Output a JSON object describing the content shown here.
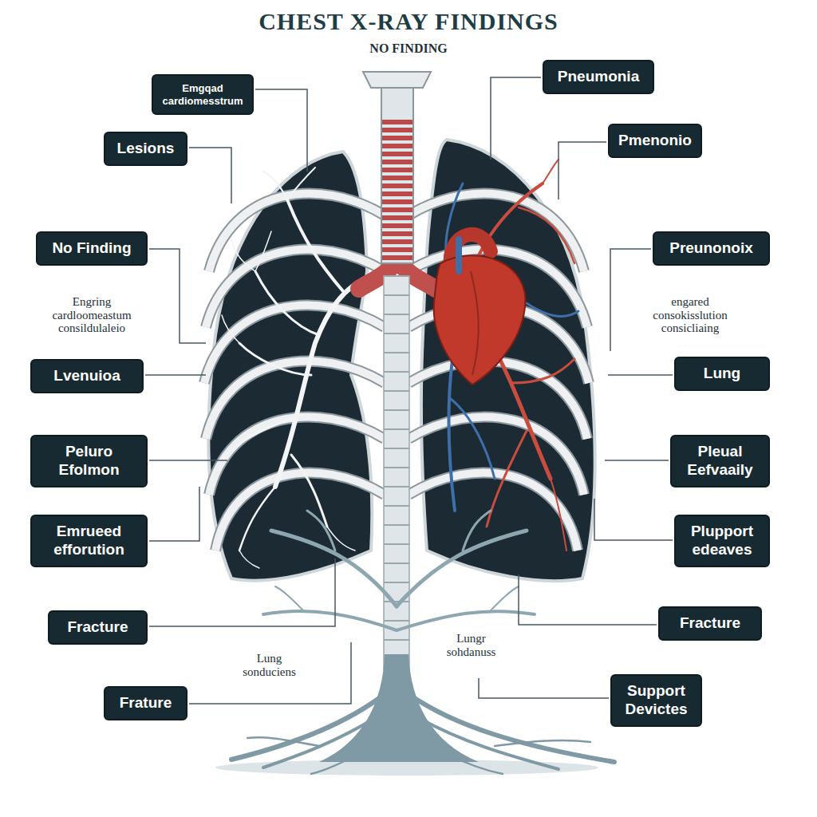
{
  "diagram": {
    "title": "CHEST X-RAY FINDINGS",
    "nodes": [
      {
        "text": [
          "Emgqad cardiomesstrum"
        ]
      },
      {
        "text": [
          "Lesions"
        ]
      },
      {
        "text": [
          "No Finding"
        ]
      },
      {
        "text": [
          "Lvenuioa"
        ]
      },
      {
        "text": [
          "Peluro Efolmon"
        ]
      },
      {
        "text": [
          "Emrueed efforution"
        ]
      },
      {
        "text": [
          "Fracture"
        ]
      },
      {
        "text": [
          "Frature"
        ]
      },
      {
        "text": [
          "Pneumonia"
        ]
      },
      {
        "text": [
          "Pmenonio"
        ]
      },
      {
        "text": [
          "Preunonoix"
        ]
      },
      {
        "text": [
          "Lung"
        ]
      },
      {
        "text": [
          "Pleual Eefvaaily"
        ]
      },
      {
        "text": [
          "Plupport edeaves"
        ]
      },
      {
        "text": [
          "Fracture"
        ]
      },
      {
        "text": [
          "Support Devictes"
        ]
      }
    ],
    "labels": [
      "NO FINDING",
      "Engring cardloomeastum consildulaleio",
      "engared consokisslution consicliaing",
      "Lung sonduciens",
      "Lungr sohdanuss"
    ]
  }
}
